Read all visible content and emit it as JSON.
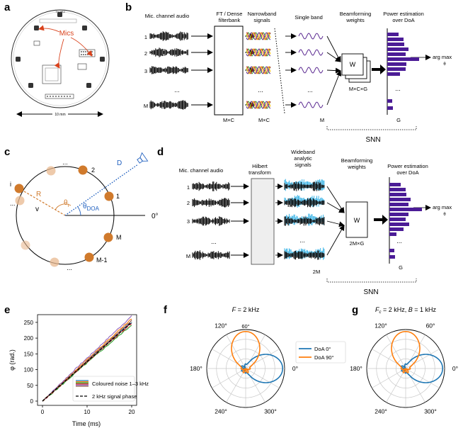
{
  "panel_letters": {
    "a": "a",
    "b": "b",
    "c": "c",
    "d": "d",
    "e": "e",
    "f": "f",
    "g": "g"
  },
  "panel_a": {
    "mics_label": "Mics",
    "top_label": "TV 9E2",
    "width_label": "10 mm"
  },
  "panel_b": {
    "mic_audio": "Mic. channel audio",
    "filterbank": [
      "FT / Dense",
      "filterbank"
    ],
    "narrowband": [
      "Narrowband",
      "signals"
    ],
    "single_band": "Single band",
    "beamforming": [
      "Beamforming",
      "weights"
    ],
    "power": [
      "Power estimation",
      "over DoA"
    ],
    "ch_labels": [
      "1",
      "2",
      "3",
      "M"
    ],
    "ellipsis": "...",
    "fb_dim": "M×C",
    "nb_dim": "M×C",
    "sb_dim": "M",
    "w_label": "W",
    "w_dim": "M×C×G",
    "g_dim": "G",
    "argmax": "arg max",
    "theta": "θ",
    "snn": "SNN"
  },
  "panel_c": {
    "labels": {
      "dots_top": "...",
      "two": "2",
      "one": "1",
      "i": "i",
      "dots_left": "...",
      "M": "M",
      "M1": "M-1",
      "dots_bottom": "..."
    },
    "R": "R",
    "v": "v",
    "theta_i": "θ",
    "theta_i_sub": "i",
    "D": "D",
    "theta_doa": "θ",
    "theta_doa_sub": "DOA",
    "zero": "0°"
  },
  "panel_d": {
    "mic_audio": "Mic. channel audio",
    "hilbert": [
      "Hilbert",
      "transform"
    ],
    "wideband": [
      "Wideband",
      "analytic",
      "signals"
    ],
    "beamforming": [
      "Beamforming",
      "weights"
    ],
    "power": [
      "Power estimation",
      "over DoA"
    ],
    "ch_labels": [
      "1",
      "2",
      "3",
      "M"
    ],
    "ellipsis": "...",
    "dim_2m": "2M",
    "w_label": "W",
    "w_dim": "2M×G",
    "g_dim": "G",
    "argmax": "arg max",
    "theta": "θ",
    "snn": "SNN"
  },
  "chart_data": [
    {
      "type": "line",
      "xlabel": "Time (ms)",
      "ylabel": "φ (rad.)",
      "xlim": [
        0,
        20
      ],
      "ylim": [
        0,
        270
      ],
      "xticks": [
        "0",
        "10",
        "20"
      ],
      "yticks": [
        "0",
        "50",
        "100",
        "150",
        "200",
        "250"
      ],
      "series": [
        {
          "name": "Coloured noise 1–3 kHz",
          "color": "#1f77b4",
          "x": [
            0,
            4,
            8,
            12,
            16,
            20
          ],
          "y": [
            0,
            50,
            100,
            152,
            202,
            250
          ]
        },
        {
          "name": "",
          "color": "#ff7f0e",
          "x": [
            0,
            4,
            8,
            12,
            16,
            20
          ],
          "y": [
            0,
            53,
            106,
            158,
            210,
            262
          ]
        },
        {
          "name": "",
          "color": "#2ca02c",
          "x": [
            0,
            4,
            8,
            12,
            16,
            20
          ],
          "y": [
            0,
            47,
            97,
            146,
            194,
            242
          ]
        },
        {
          "name": "",
          "color": "#d62728",
          "x": [
            0,
            4,
            8,
            12,
            16,
            20
          ],
          "y": [
            0,
            49,
            99,
            150,
            199,
            248
          ]
        },
        {
          "name": "",
          "color": "#9467bd",
          "x": [
            0,
            4,
            8,
            12,
            16,
            20
          ],
          "y": [
            0,
            55,
            110,
            163,
            217,
            270
          ]
        },
        {
          "name": "",
          "color": "#8c564b",
          "x": [
            0,
            4,
            8,
            12,
            16,
            20
          ],
          "y": [
            0,
            51,
            102,
            154,
            205,
            256
          ]
        },
        {
          "name": "2 kHz signal phase",
          "color": "#000000",
          "x": [
            0,
            20
          ],
          "y": [
            0,
            251
          ]
        }
      ],
      "legend": [
        "Coloured noise 1–3 kHz",
        "2 kHz signal phase"
      ],
      "legend_position": "lower-right"
    },
    {
      "type": "polar",
      "title": "F = 2 kHz",
      "angle_labels": [
        "60°",
        "120°",
        "180°",
        "240°",
        "300°",
        "0°"
      ],
      "series": [
        {
          "name": "DoA 0°",
          "color": "#1f77b4",
          "main_lobe_deg": 0
        },
        {
          "name": "DoA 90°",
          "color": "#ff7f0e",
          "main_lobe_deg": 90
        }
      ],
      "legend": [
        "DoA 0°",
        "DoA 90°"
      ]
    },
    {
      "type": "polar",
      "title": "Fc = 2 kHz, B = 1 kHz",
      "angle_labels": [
        "60°",
        "120°",
        "180°",
        "240°",
        "300°",
        "0°"
      ],
      "series": [
        {
          "name": "",
          "color": "#1f77b4",
          "main_lobe_deg": 0
        },
        {
          "name": "",
          "color": "#ff7f0e",
          "main_lobe_deg": 90
        }
      ]
    }
  ],
  "panel_f_title": {
    "F": "F",
    "eq": " = 2 kHz"
  },
  "panel_g_title": {
    "F": "F",
    "c": "c",
    "eq1": " = 2 kHz, ",
    "B": "B",
    "eq2": " = 1 kHz"
  },
  "polar_labels": {
    "a60": "60°",
    "a120": "120°",
    "a180": "180°",
    "a240": "240°",
    "a300": "300°",
    "a0": "0°"
  },
  "polar_legend": {
    "doa0": "DoA 0°",
    "doa90": "DoA 90°"
  }
}
